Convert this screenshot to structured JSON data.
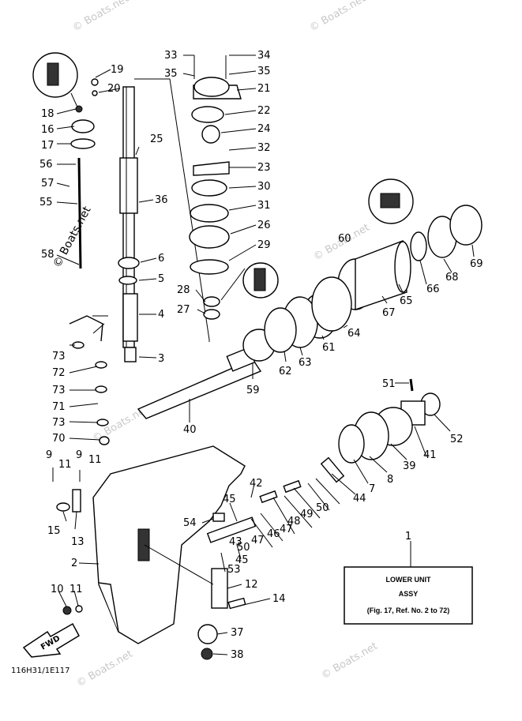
{
  "watermark": "© Boats.net",
  "diagram_code": "116H31/1E117",
  "fwd_label": "FWD",
  "info_box": {
    "label_number": "1",
    "line1": "LOWER UNIT",
    "line2": "ASSY",
    "line3": "(Fig. 17, Ref. No. 2 to 72)"
  },
  "callouts": {
    "n2": "2",
    "n3": "3",
    "n4": "4",
    "n5": "5",
    "n6": "6",
    "n7": "7",
    "n8": "8",
    "n9a": "9",
    "n9b": "9",
    "n10": "10",
    "n11a": "11",
    "n11b": "11",
    "n11c": "11",
    "n12": "12",
    "n13": "13",
    "n14": "14",
    "n15": "15",
    "n16": "16",
    "n17": "17",
    "n18": "18",
    "n19": "19",
    "n20": "20",
    "n21": "21",
    "n22": "22",
    "n23": "23",
    "n24": "24",
    "n25": "25",
    "n26": "26",
    "n27": "27",
    "n28": "28",
    "n29": "29",
    "n30": "30",
    "n31": "31",
    "n32": "32",
    "n33": "33",
    "n34": "34",
    "n35a": "35",
    "n35b": "35",
    "n36": "36",
    "n37": "37",
    "n38": "38",
    "n39": "39",
    "n40": "40",
    "n41": "41",
    "n42": "42",
    "n43": "43",
    "n44": "44",
    "n45a": "45",
    "n45b": "45",
    "n46": "46",
    "n47a": "47",
    "n47b": "47",
    "n48": "48",
    "n49": "49",
    "n50a": "50",
    "n50b": "50",
    "n51": "51",
    "n52": "52",
    "n53": "53",
    "n54": "54",
    "n55": "55",
    "n56": "56",
    "n57": "57",
    "n58": "58",
    "n59": "59",
    "n60": "60",
    "n61": "61",
    "n62": "62",
    "n63": "63",
    "n64": "64",
    "n65": "65",
    "n66": "66",
    "n67": "67",
    "n68": "68",
    "n69": "69",
    "n70": "70",
    "n71": "71",
    "n72": "72",
    "n73a": "73",
    "n73b": "73",
    "n73c": "73"
  }
}
